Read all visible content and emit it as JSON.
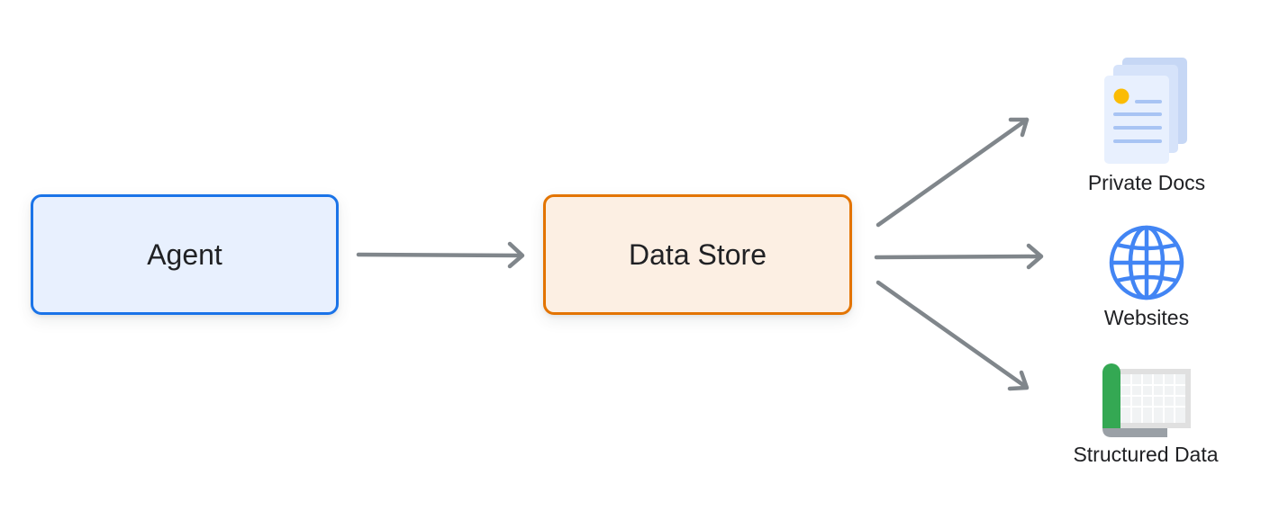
{
  "diagram": {
    "agent_label": "Agent",
    "data_store_label": "Data Store",
    "sources": [
      {
        "label": "Private Docs",
        "icon": "document-stack-icon"
      },
      {
        "label": "Websites",
        "icon": "globe-icon"
      },
      {
        "label": "Structured Data",
        "icon": "spreadsheet-icon"
      }
    ]
  },
  "colors": {
    "agent_fill": "#e8f0fe",
    "agent_border": "#1a73e8",
    "store_fill": "#fcefe3",
    "store_border": "#e37400",
    "arrow": "#80868b",
    "globe": "#4285f4",
    "doc_accent": "#fbbc04",
    "sheet_green": "#34a853"
  }
}
